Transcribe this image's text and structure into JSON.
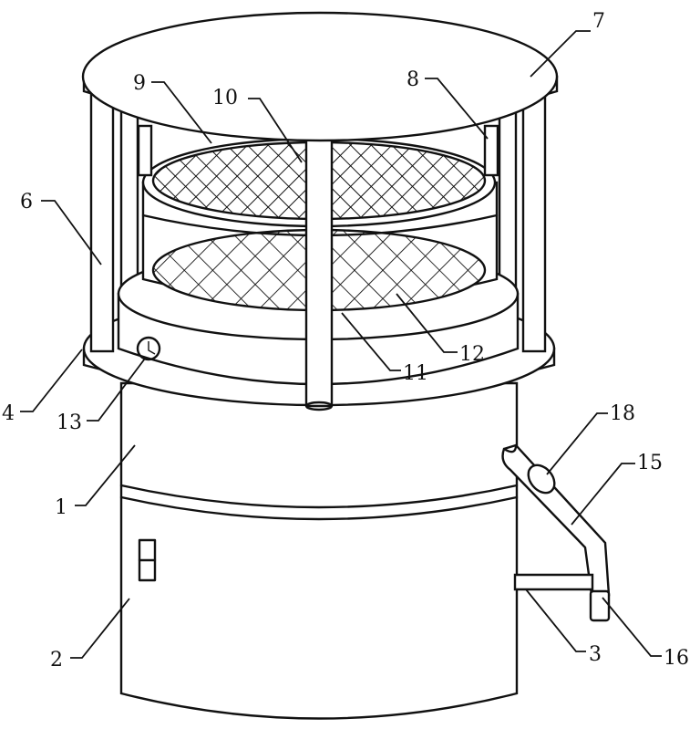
{
  "labels": {
    "l1": "1",
    "l2": "2",
    "l3": "3",
    "l4": "4",
    "l6": "6",
    "l7": "7",
    "l8": "8",
    "l9": "9",
    "l10": "10",
    "l11": "11",
    "l12": "12",
    "l13": "13",
    "l15": "15",
    "l16": "16",
    "l18": "18"
  }
}
